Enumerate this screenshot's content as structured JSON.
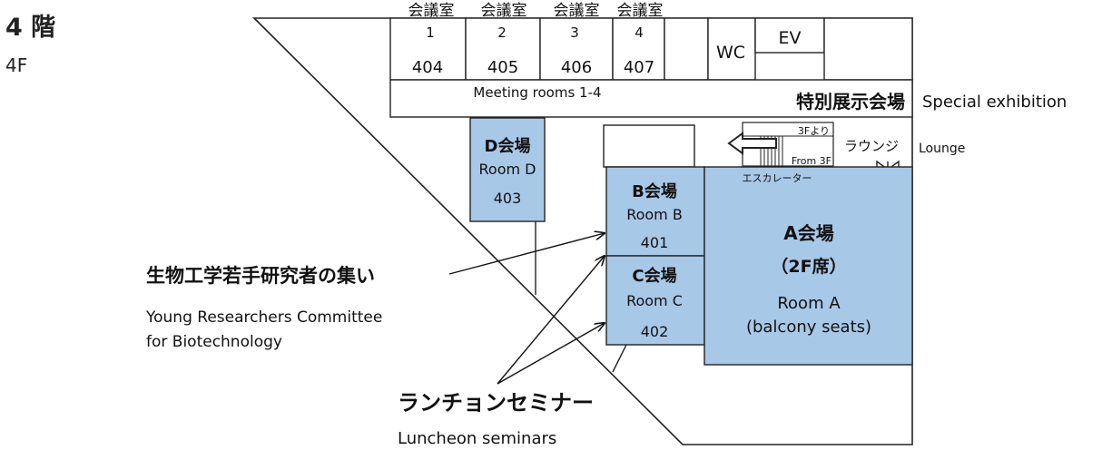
{
  "floor": {
    "title": "4 階",
    "subtitle": "4F"
  },
  "colors": {
    "room_fill": "#a8c8e8",
    "wall_stroke": "#222222",
    "arrow": "#111111"
  },
  "meeting_rooms": {
    "header_ja": "会議室",
    "rooms": [
      {
        "num": "1",
        "code": "404"
      },
      {
        "num": "2",
        "code": "405"
      },
      {
        "num": "3",
        "code": "406"
      },
      {
        "num": "4",
        "code": "407"
      }
    ],
    "label_en": "Meeting rooms 1-4"
  },
  "wc": "WC",
  "ev": "EV",
  "special_exhibition": {
    "ja": "特別展示会場",
    "en": "Special exhibition"
  },
  "lounge": {
    "ja": "ラウンジ",
    "en": "Lounge"
  },
  "escalator": {
    "from_ja": "3Fより",
    "from_en": "From 3F",
    "ja": "エスカレーター"
  },
  "room_d": {
    "ja": "D会場",
    "en": "Room D",
    "code": "403"
  },
  "room_b": {
    "ja": "B会場",
    "en": "Room B",
    "code": "401"
  },
  "room_c": {
    "ja": "C会場",
    "en": "Room C",
    "code": "402"
  },
  "room_a": {
    "ja": "A会場",
    "seats_ja": "（2F席）",
    "en": "Room A",
    "seats_en": "(balcony seats)"
  },
  "young_researchers": {
    "ja": "生物工学若手研究者の集い",
    "en_line1": "Young Researchers Committee",
    "en_line2": "for Biotechnology"
  },
  "luncheon": {
    "ja": "ランチョンセミナー",
    "en": "Luncheon seminars"
  }
}
